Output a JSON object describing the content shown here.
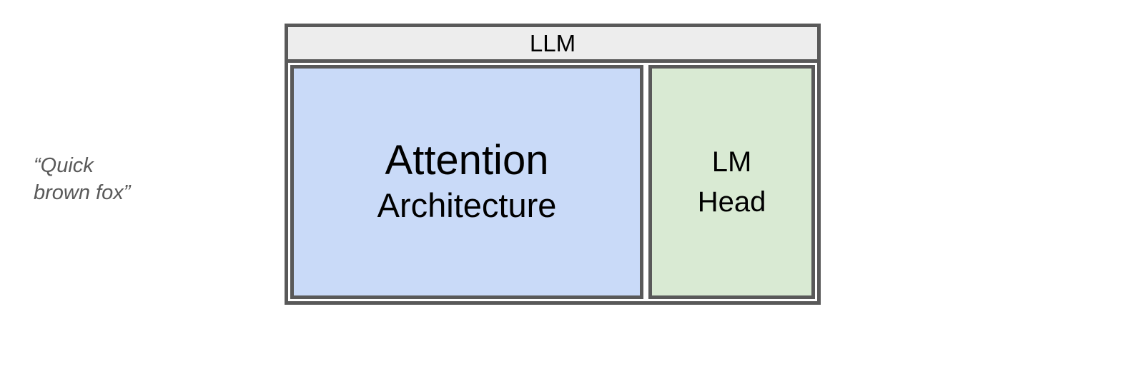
{
  "page": {
    "background": "#ffffff"
  },
  "caption": {
    "line1": "“Quick",
    "line2": "brown fox”",
    "color": "#595959"
  },
  "llm": {
    "label": "LLM",
    "header_bg": "#ededed",
    "border_color": "#595959",
    "blocks": {
      "attention": {
        "line1": "Attention",
        "line2": "Architecture",
        "bg": "#c9daf8"
      },
      "lm_head": {
        "line1": "LM",
        "line2": "Head",
        "bg": "#d9ead3"
      }
    }
  }
}
